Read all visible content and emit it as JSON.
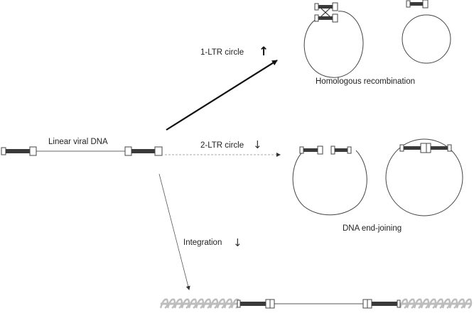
{
  "labels": {
    "linear": "Linear viral DNA",
    "one_ltr": "1-LTR circle",
    "homologous": "Homologous recombination",
    "two_ltr": "2-LTR circle",
    "end_joining": "DNA end-joining",
    "integration": "Integration"
  },
  "arrows": {
    "one_ltr": "↑",
    "two_ltr": "↓",
    "integration": "↓"
  },
  "colors": {
    "ink": "#222222",
    "ltr_dark": "#3a3a3a",
    "ltr_box": "#ffffff",
    "host_dna": "#bdbdbd"
  }
}
